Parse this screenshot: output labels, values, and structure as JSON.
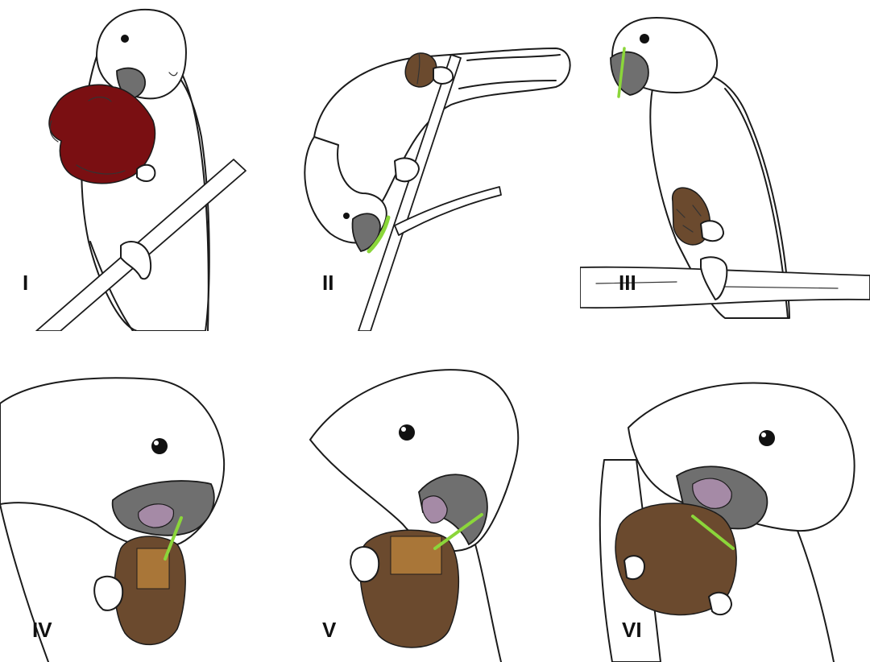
{
  "panels": [
    {
      "id": "I",
      "label": "I"
    },
    {
      "id": "II",
      "label": "II"
    },
    {
      "id": "III",
      "label": "III"
    },
    {
      "id": "IV",
      "label": "IV"
    },
    {
      "id": "V",
      "label": "V"
    },
    {
      "id": "VI",
      "label": "VI"
    }
  ],
  "colors": {
    "fruit_red": "#7a0f12",
    "seed_brown": "#6b4a2e",
    "inner_box": "#b07b3a",
    "beak_grey": "#6f6f6f",
    "tongue_mauve": "#a58aa6",
    "sprout_green": "#8bd63a"
  }
}
